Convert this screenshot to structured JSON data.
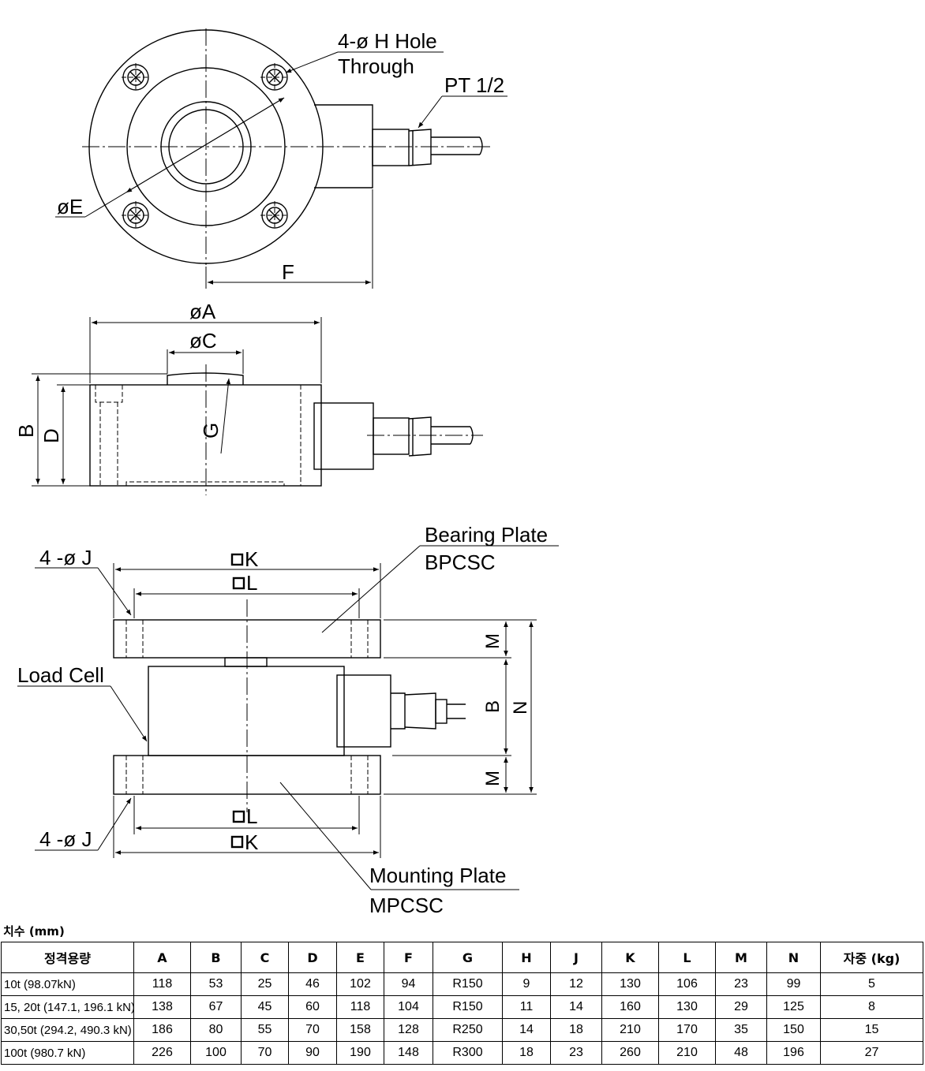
{
  "labels": {
    "hole_line1": "4-ø  H Hole",
    "hole_line2": "Through",
    "pt": "PT 1/2",
    "e": "øE",
    "f": "F",
    "a": "øA",
    "c": "øC",
    "b": "B",
    "d": "D",
    "g": "G",
    "j_top": "4 -ø J",
    "k_top": "K",
    "l_top": "L",
    "bearing_plate": "Bearing Plate",
    "bpcsc": "BPCSC",
    "load_cell": "Load Cell",
    "m_top": "M",
    "b_side": "B",
    "n_side": "N",
    "m_bottom": "M",
    "l_bottom": "L",
    "k_bottom": "K",
    "j_bottom": "4 -ø J",
    "mounting_plate": "Mounting Plate",
    "mpcsc": "MPCSC"
  },
  "table": {
    "caption": "치수 (mm)",
    "headers": [
      "정격용량",
      "A",
      "B",
      "C",
      "D",
      "E",
      "F",
      "G",
      "H",
      "J",
      "K",
      "L",
      "M",
      "N",
      "자중 (kg)"
    ],
    "rows": [
      [
        "10t (98.07kN)",
        "118",
        "53",
        "25",
        "46",
        "102",
        "94",
        "R150",
        "9",
        "12",
        "130",
        "106",
        "23",
        "99",
        "5"
      ],
      [
        "15, 20t (147.1, 196.1 kN)",
        "138",
        "67",
        "45",
        "60",
        "118",
        "104",
        "R150",
        "11",
        "14",
        "160",
        "130",
        "29",
        "125",
        "8"
      ],
      [
        "30,50t (294.2, 490.3 kN)",
        "186",
        "80",
        "55",
        "70",
        "158",
        "128",
        "R250",
        "14",
        "18",
        "210",
        "170",
        "35",
        "150",
        "15"
      ],
      [
        "100t (980.7 kN)",
        "226",
        "100",
        "70",
        "90",
        "190",
        "148",
        "R300",
        "18",
        "23",
        "260",
        "210",
        "48",
        "196",
        "27"
      ]
    ]
  }
}
